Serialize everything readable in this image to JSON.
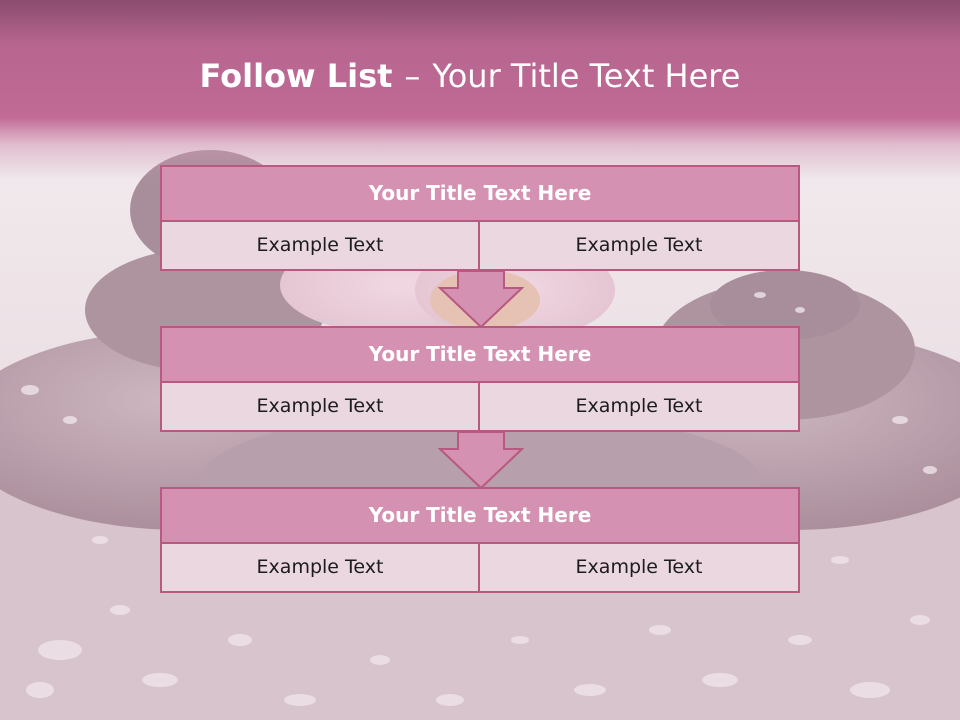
{
  "slide": {
    "title_bold": "Follow List",
    "title_dash": "–",
    "title_rest": "Your Title Text Here"
  },
  "steps": [
    {
      "title": "Your Title Text Here",
      "left": "Example Text",
      "right": "Example Text"
    },
    {
      "title": "Your Title Text Here",
      "left": "Example Text",
      "right": "Example Text"
    },
    {
      "title": "Your Title Text Here",
      "left": "Example Text",
      "right": "Example Text"
    }
  ],
  "colors": {
    "header": "#c06a95",
    "box_header_fill": "#d491b2",
    "box_cell_fill": "#ead7df",
    "border": "#b8597f",
    "arrow_fill": "#d491b2"
  },
  "icons": {
    "arrow": "down-arrow-icon",
    "background": "spa-stones-background"
  }
}
